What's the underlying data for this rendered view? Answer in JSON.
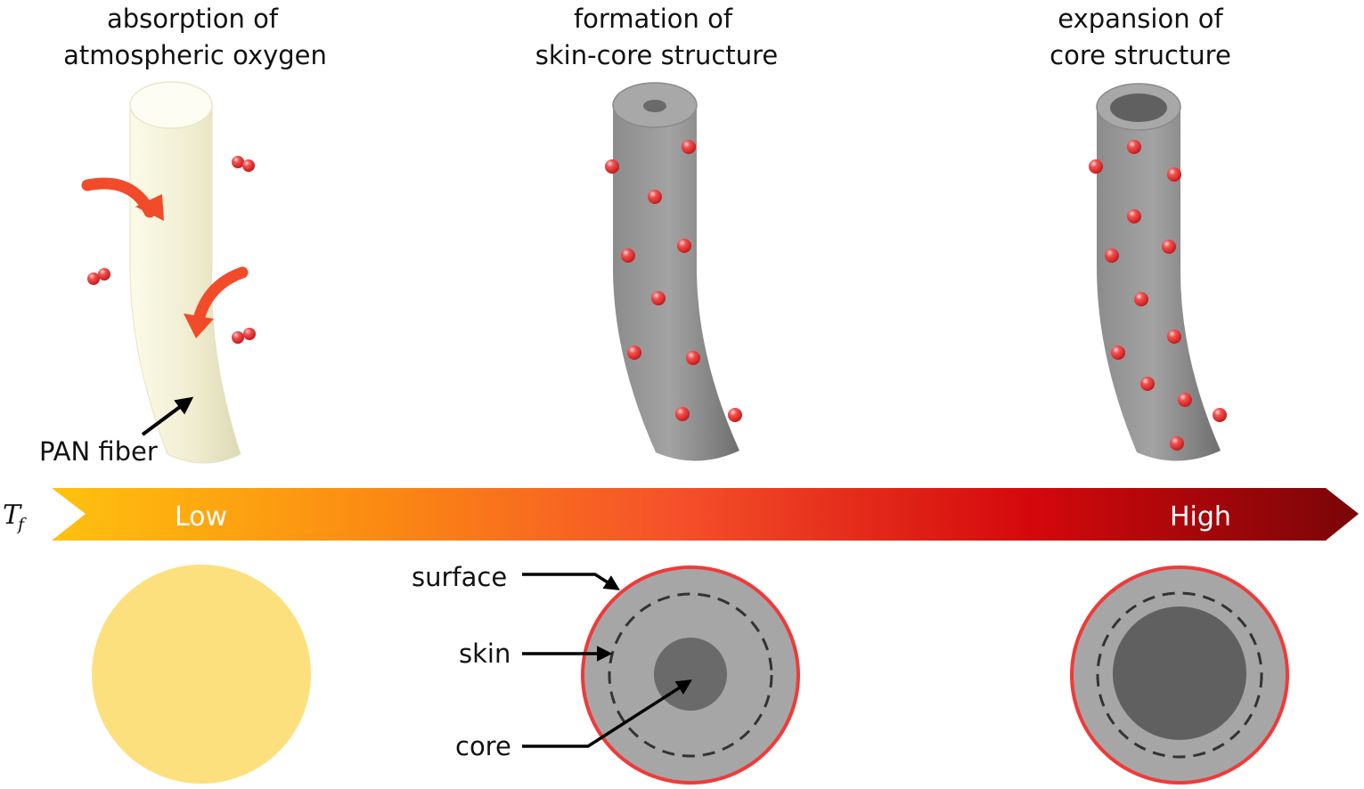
{
  "stages": [
    {
      "title_line1": "absorption of",
      "title_line2": "atmospheric oxygen"
    },
    {
      "title_line1": "formation of",
      "title_line2": "skin-core structure"
    },
    {
      "title_line1": "expansion of",
      "title_line2": "core structure"
    }
  ],
  "labels": {
    "pan_fiber": "PAN fiber",
    "surface": "surface",
    "skin": "skin",
    "core": "core"
  },
  "temperature_bar": {
    "symbol": "T",
    "subscript": "f",
    "low": "Low",
    "high": "High"
  },
  "colors": {
    "pan_fiber": "#f2f1d4",
    "pan_cross_section": "#fde07e",
    "oxidized_fiber": "#9a9a9a",
    "core": "#666666",
    "oxygen_atom": "#f03a3a",
    "arrow_orange": "#f24b2a",
    "bar_start": "#ffc20e",
    "bar_mid": "#f5502a",
    "bar_end": "#7a0508"
  },
  "icons": {
    "oxygen": "oxygen-molecule-icon",
    "absorption_arrow": "curved-arrow-icon"
  }
}
